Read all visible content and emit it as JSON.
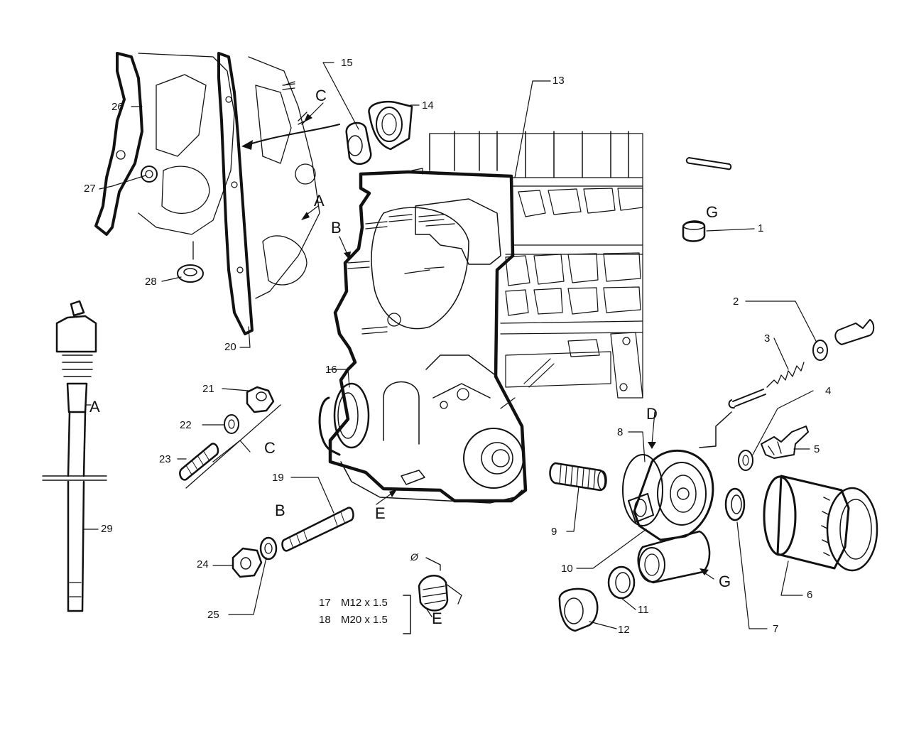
{
  "diagram": {
    "part_numbers": [
      "1",
      "2",
      "3",
      "4",
      "5",
      "6",
      "7",
      "8",
      "9",
      "10",
      "11",
      "12",
      "13",
      "14",
      "15",
      "16",
      "17",
      "18",
      "19",
      "20",
      "21",
      "22",
      "23",
      "24",
      "25",
      "26",
      "27",
      "28",
      "29"
    ],
    "letters": [
      "A",
      "A",
      "B",
      "B",
      "C",
      "C",
      "D",
      "E",
      "E",
      "G",
      "G"
    ],
    "specs": {
      "p17": "M12 x 1.5",
      "p18": "M20 x 1.5"
    },
    "symbol": "Ø"
  }
}
